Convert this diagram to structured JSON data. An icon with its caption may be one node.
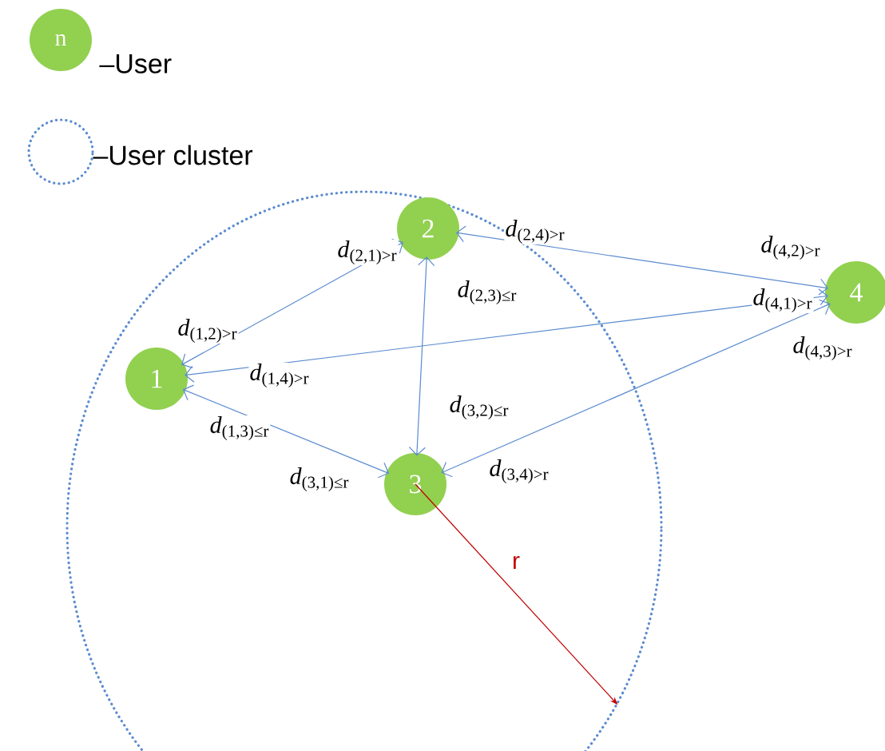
{
  "diagram": {
    "nodes": [
      {
        "text": [],
        "shape": "circle"
      },
      {
        "text": [
          "1"
        ],
        "in": 0
      },
      {
        "text": [
          "2"
        ],
        "in": 0
      },
      {
        "text": [
          "3"
        ],
        "in": 0
      },
      {
        "text": [
          "4"
        ]
      }
    ],
    "edges": [
      {
        "from": 1,
        "to": 2,
        "arrow": "both",
        "label": "*d*$_{(1,2)>r}$"
      },
      {
        "from": 1,
        "to": 4,
        "arrow": "both",
        "label": "*d*$_{(1,4)>r}$"
      },
      {
        "from": 1,
        "to": 3,
        "arrow": "both",
        "label": "*d*$_{(1,3)≤r}$"
      },
      {
        "from": 2,
        "to": 3,
        "arrow": "both",
        "label": "*d*$_{(2,3)≤r}$"
      },
      {
        "from": 2,
        "to": 4,
        "arrow": "both",
        "label": "*d*$_{(2,4)>r}$"
      },
      {
        "from": 3,
        "to": 4,
        "arrow": "both",
        "label": "*d*$_{(3,4)>r}$"
      },
      {
        "from": 3,
        "to": 0,
        "arrow": "to",
        "label": "r",
        "color": "#c00000"
      }
    ],
    "labels": [
      "n",
      "*d*$_{(2,1)>r}$",
      "*d*$_{(3,2)≤r}$",
      "*d*$_{(3,1)≤r}$",
      "*d*$_{(4,2)>r}$",
      "*d*$_{(4,1)>r}$",
      "*d*$_{(4,3)>r}$"
    ],
    "legend": [
      {
        "text": "–User",
        "color": "#92d050"
      },
      {
        "text": "–User cluster"
      }
    ]
  }
}
